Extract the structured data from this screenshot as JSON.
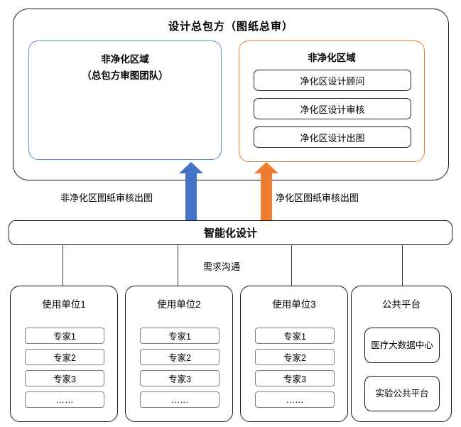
{
  "diagram": {
    "top_container": {
      "title": "设计总包方（图纸总审）",
      "left_region": {
        "title": "非净化区域",
        "subtitle": "（总包方审图团队）"
      },
      "right_region": {
        "title": "非净化区域",
        "items": [
          "净化区设计顾问",
          "净化区设计审核",
          "净化区设计出图"
        ]
      }
    },
    "flows": {
      "left_label": "非净化区图纸审核出图",
      "right_label": "净化区图纸审核出图",
      "blue_arrow_color": "#4472C4",
      "orange_arrow_color": "#ED7D31"
    },
    "middle_bar": {
      "title": "智能化设计"
    },
    "connector_label": "需求沟通",
    "units": [
      {
        "title": "使用单位1",
        "items": [
          "专家1",
          "专家2",
          "专家3",
          "……"
        ]
      },
      {
        "title": "使用单位2",
        "items": [
          "专家1",
          "专家2",
          "专家3",
          "……"
        ]
      },
      {
        "title": "使用单位3",
        "items": [
          "专家1",
          "专家2",
          "专家3",
          "……"
        ]
      }
    ],
    "public_platform": {
      "title": "公共平台",
      "items": [
        "医疗大数据中心",
        "实验公共平台"
      ]
    },
    "colors": {
      "blue_border": "#5B8FD4",
      "orange_border": "#ED7D31",
      "outline": "#1a1a1a"
    }
  }
}
